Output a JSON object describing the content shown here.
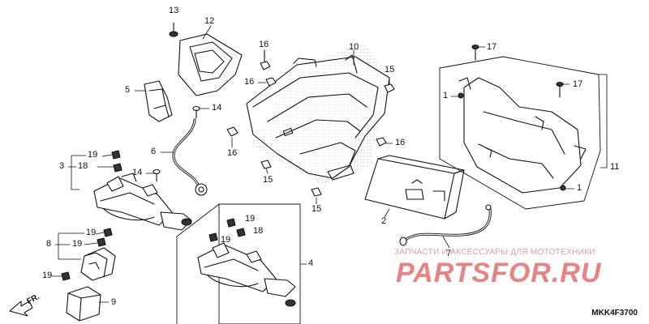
{
  "diagram": {
    "callouts": [
      {
        "id": "c13",
        "text": "13"
      },
      {
        "id": "c12",
        "text": "12"
      },
      {
        "id": "c16a",
        "text": "16"
      },
      {
        "id": "c10",
        "text": "10"
      },
      {
        "id": "c16b",
        "text": "16"
      },
      {
        "id": "c15a",
        "text": "15"
      },
      {
        "id": "c17a",
        "text": "17"
      },
      {
        "id": "c5",
        "text": "5"
      },
      {
        "id": "c14a",
        "text": "14"
      },
      {
        "id": "c1a",
        "text": "1"
      },
      {
        "id": "c17b",
        "text": "17"
      },
      {
        "id": "c6",
        "text": "6"
      },
      {
        "id": "c16c",
        "text": "16"
      },
      {
        "id": "c16d",
        "text": "16"
      },
      {
        "id": "c19a",
        "text": "19"
      },
      {
        "id": "c3",
        "text": "3"
      },
      {
        "id": "c18a",
        "text": "18"
      },
      {
        "id": "c14b",
        "text": "14"
      },
      {
        "id": "c15b",
        "text": "15"
      },
      {
        "id": "c11",
        "text": "11"
      },
      {
        "id": "c1b",
        "text": "1"
      },
      {
        "id": "c15c",
        "text": "15"
      },
      {
        "id": "c2",
        "text": "2"
      },
      {
        "id": "c19b",
        "text": "19"
      },
      {
        "id": "c18b",
        "text": "18"
      },
      {
        "id": "c19c",
        "text": "19"
      },
      {
        "id": "c7",
        "text": "7"
      },
      {
        "id": "c19d",
        "text": "19"
      },
      {
        "id": "c8",
        "text": "8"
      },
      {
        "id": "c19e",
        "text": "19"
      },
      {
        "id": "c4",
        "text": "4"
      },
      {
        "id": "c19f",
        "text": "19"
      },
      {
        "id": "c9",
        "text": "9"
      }
    ],
    "direction_label": "FR.",
    "diagram_code": "MKK4F3700"
  },
  "watermark": {
    "tagline": "ЗАПЧАСТИ И АКСЕССУАРЫ ДЛЯ МОТОТЕХНИКИ",
    "logo": "PARTSFOR.RU"
  },
  "colors": {
    "line": "#111111",
    "watermark_red": "#e05a5a",
    "watermark_light": "#d9a0a0"
  }
}
